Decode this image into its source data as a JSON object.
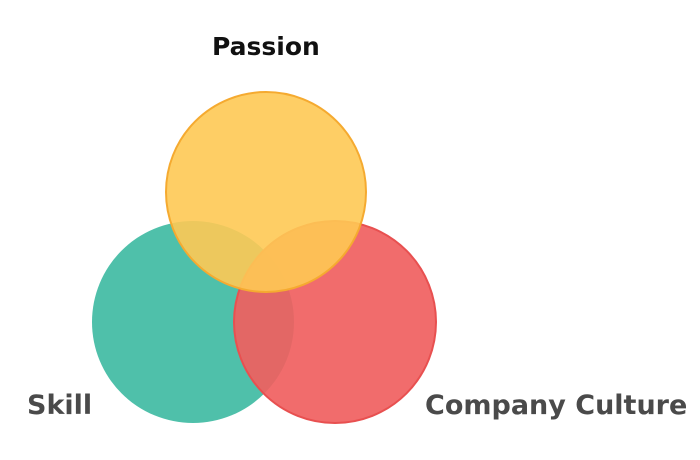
{
  "labels": {
    "passion": "Passion",
    "skill": "Skill",
    "company_culture": "Company Culture"
  },
  "colors": {
    "skill": "#4fc0aa",
    "company_culture": "#f06060",
    "passion": "#fec954",
    "passion_stroke": "#f5aa30",
    "culture_stroke": "#e85050"
  }
}
